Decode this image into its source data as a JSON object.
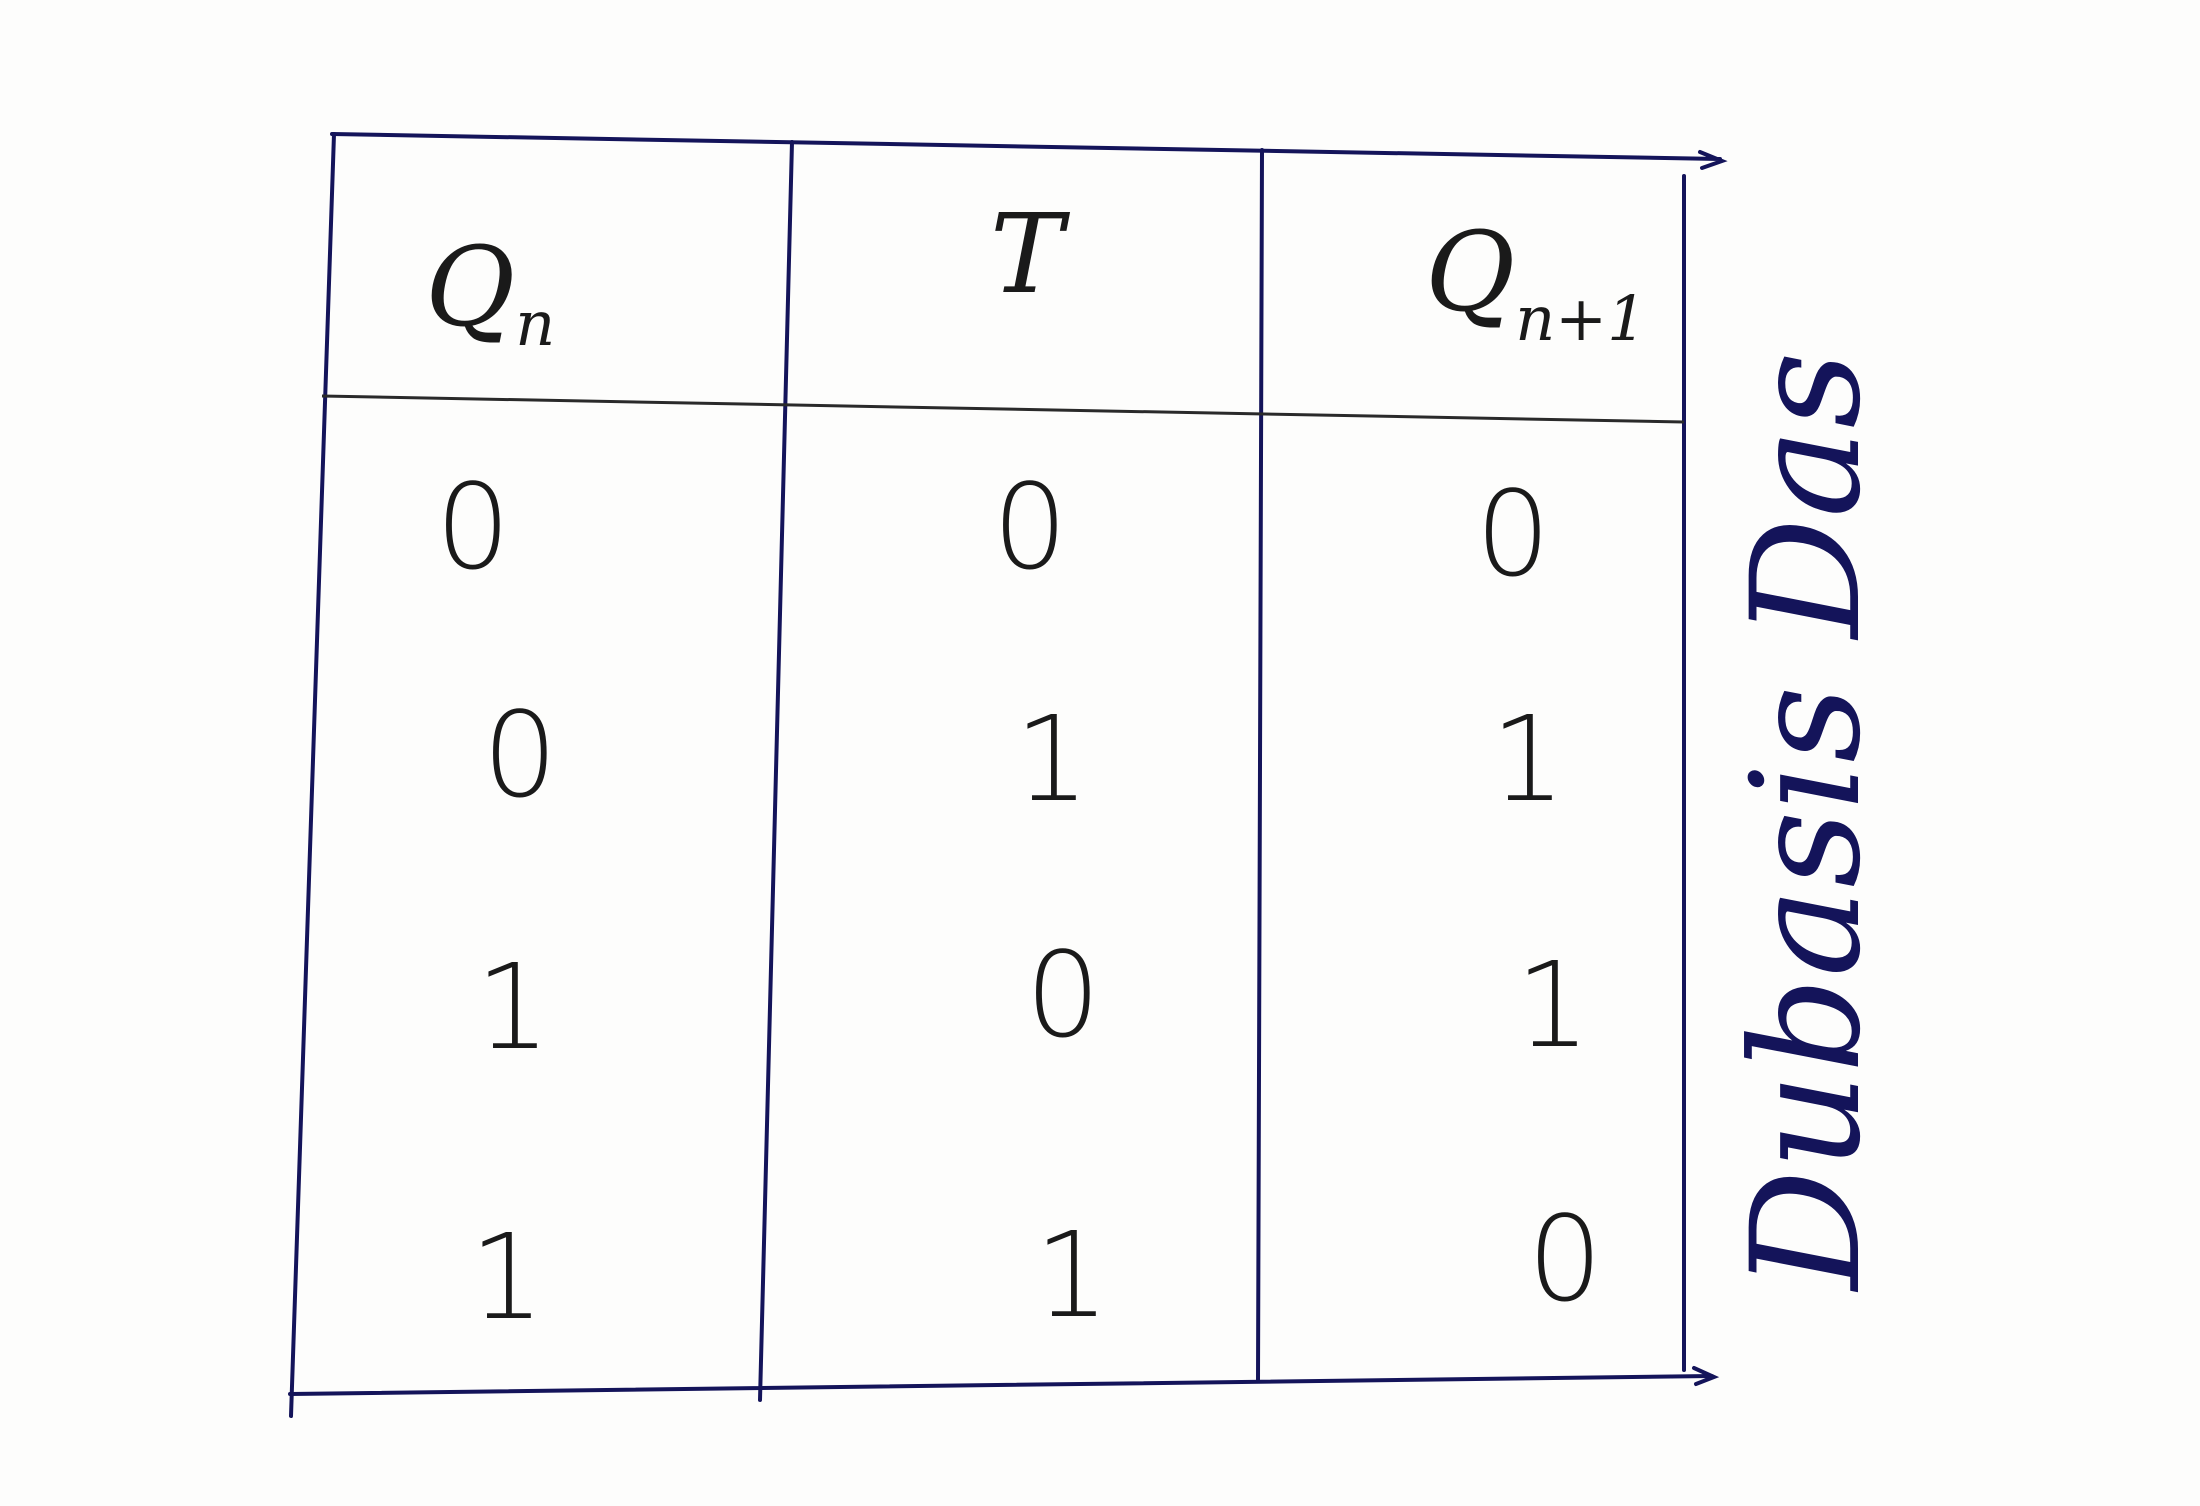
{
  "truth_table": {
    "columns": [
      "Q",
      "T",
      "Q"
    ],
    "column_subscripts": [
      "n",
      "",
      "n+1"
    ],
    "rows": [
      [
        "0",
        "0",
        "0"
      ],
      [
        "0",
        "1",
        "1"
      ],
      [
        "1",
        "0",
        "1"
      ],
      [
        "1",
        "1",
        "0"
      ]
    ]
  },
  "signature": "Dubasis Das",
  "colors": {
    "paper": "#fdfdfc",
    "pen_blue": "#14145a",
    "pencil": "#1a1a1a"
  }
}
